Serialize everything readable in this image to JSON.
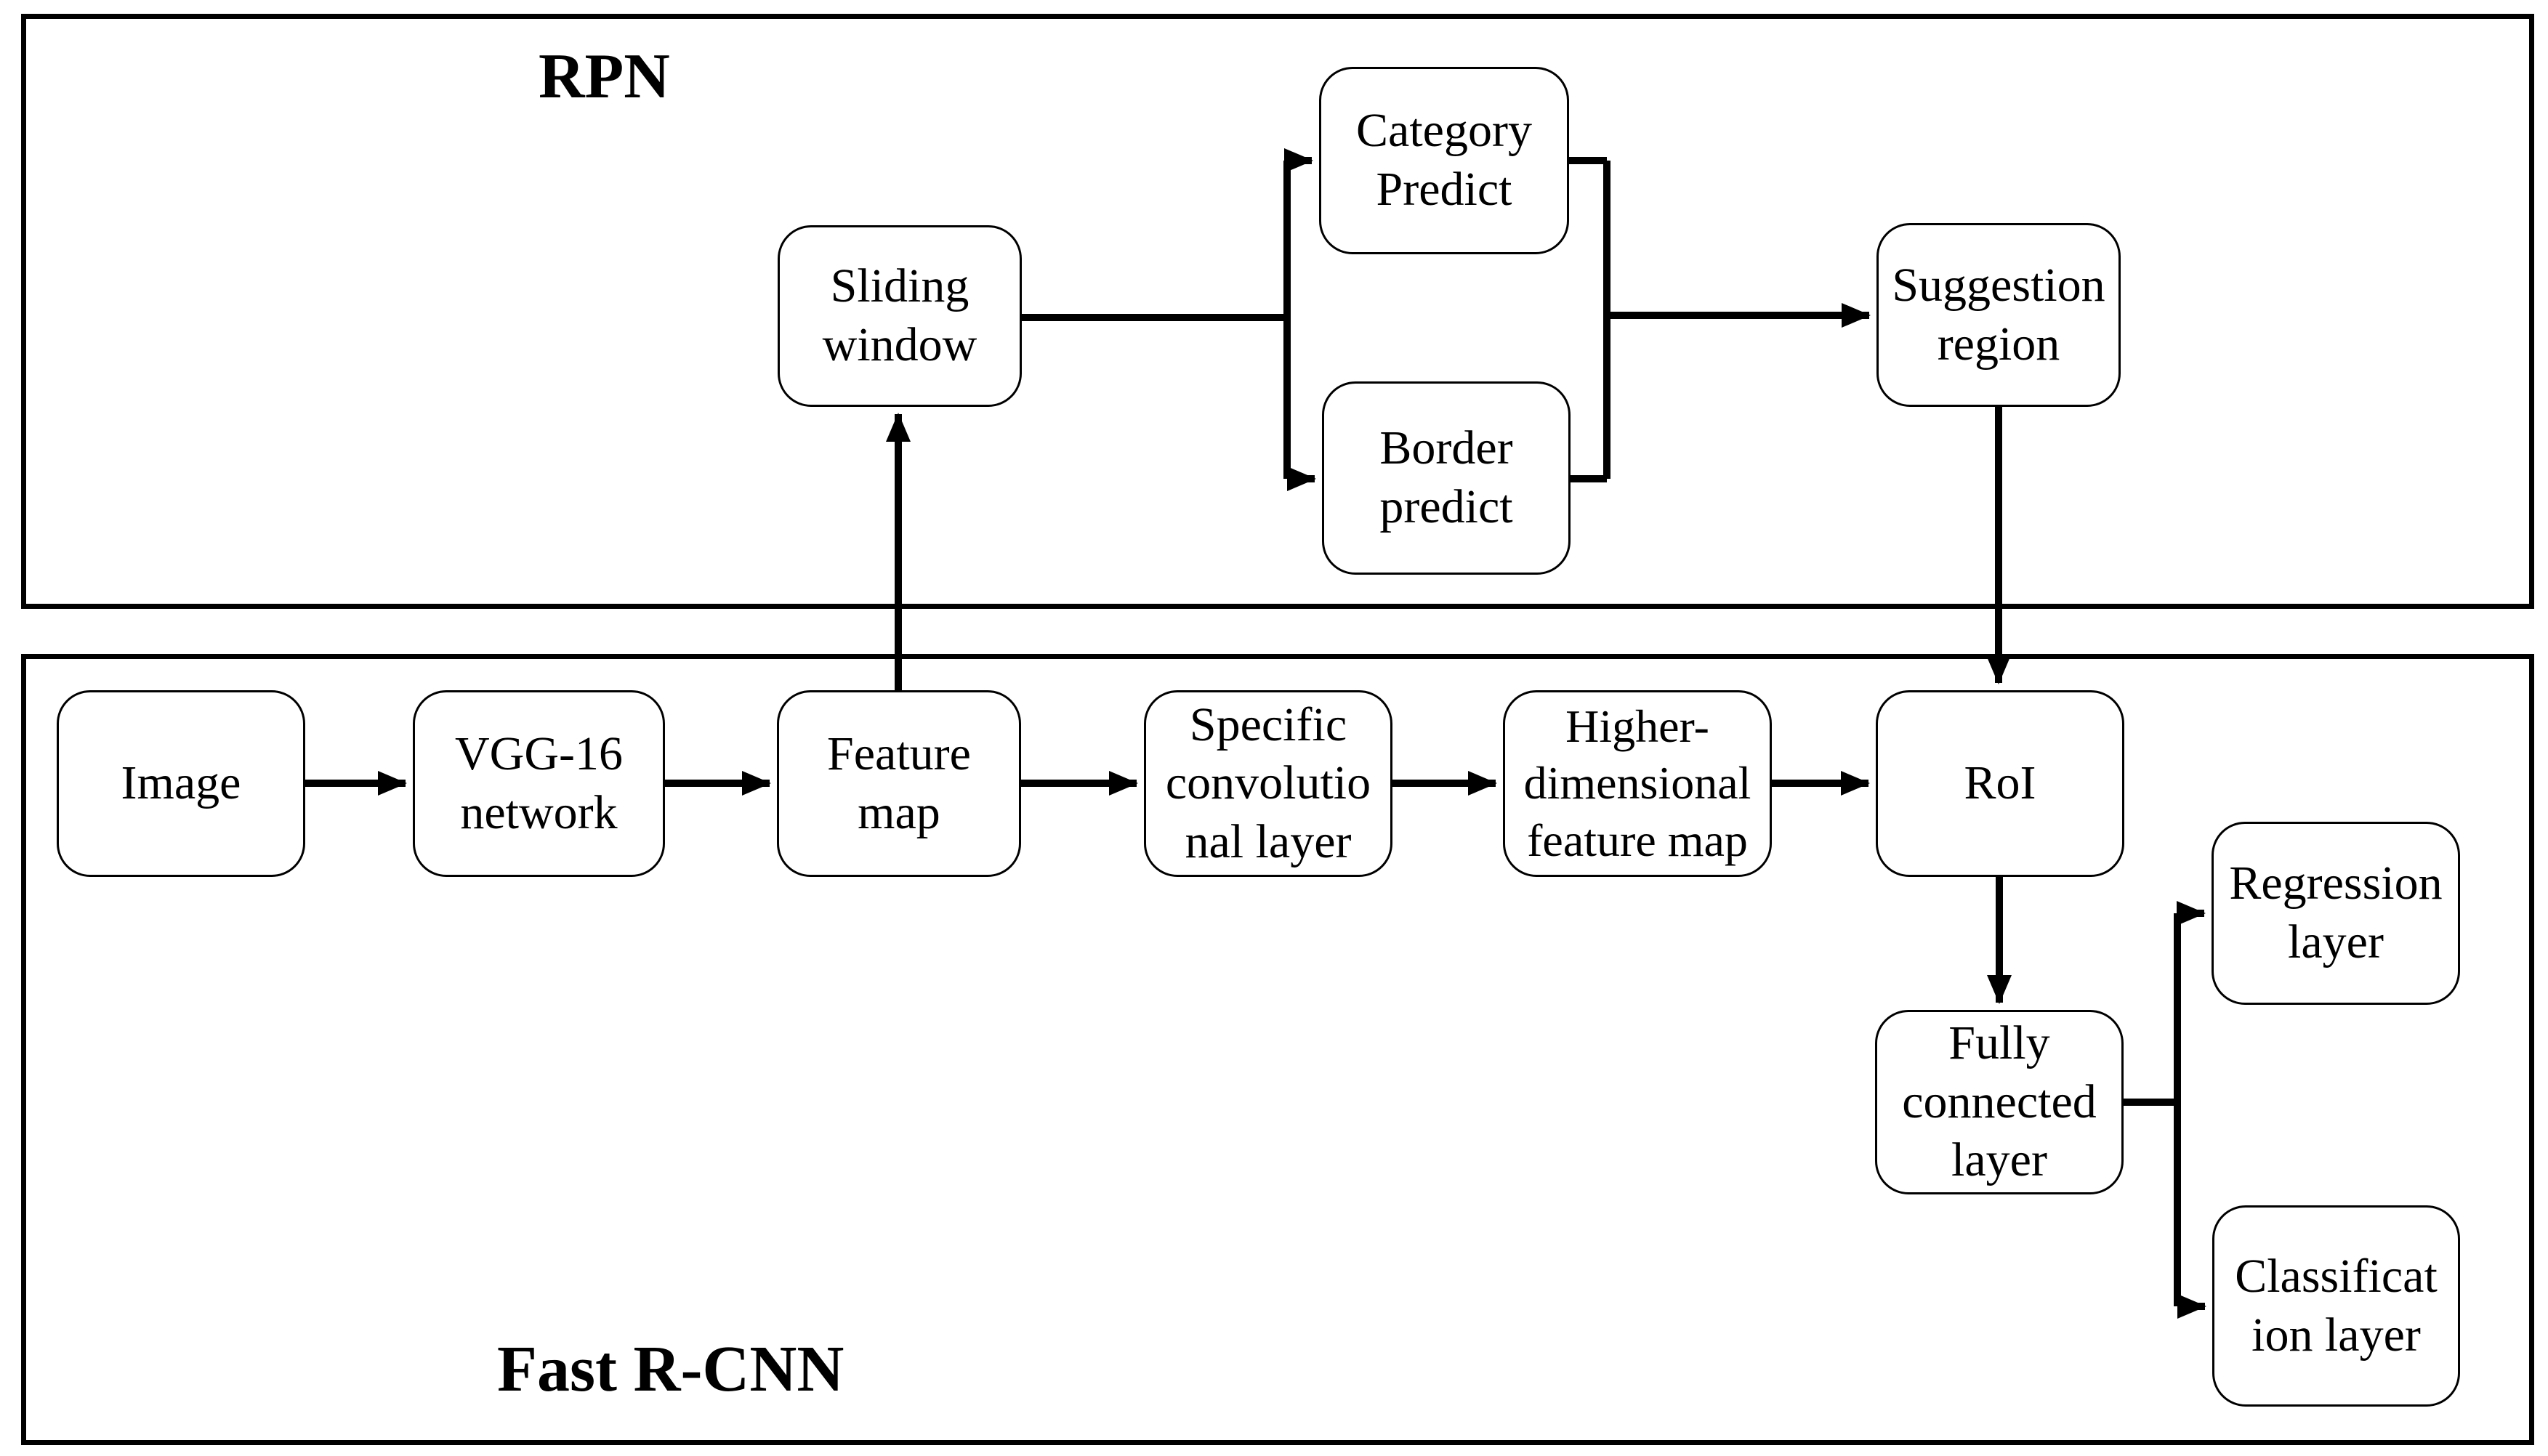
{
  "diagram": {
    "title_hint": "Faster R-CNN architecture diagram",
    "colors": {
      "line": "#000000",
      "text": "#000000",
      "background": "#ffffff",
      "node_fill": "#ffffff"
    },
    "sections": {
      "rpn": {
        "label": "RPN"
      },
      "fast_rcnn": {
        "label": "Fast R-CNN"
      }
    },
    "nodes": {
      "sliding_window": {
        "label": "Sliding\nwindow"
      },
      "category_predict": {
        "label": "Category\nPredict"
      },
      "border_predict": {
        "label": "Border\npredict"
      },
      "suggestion_region": {
        "label": "Suggestion\nregion"
      },
      "image": {
        "label": "Image"
      },
      "vgg16_network": {
        "label": "VGG-16\nnetwork"
      },
      "feature_map": {
        "label": "Feature\nmap"
      },
      "specific_conv_layer": {
        "label": "Specific\nconvolutio\nnal layer"
      },
      "higher_dim_feature_map": {
        "label": "Higher-\ndimensional\nfeature map"
      },
      "roi": {
        "label": "RoI"
      },
      "fully_connected_layer": {
        "label": "Fully\nconnected\nlayer"
      },
      "regression_layer": {
        "label": "Regression\nlayer"
      },
      "classification_layer": {
        "label": "Classificat\nion layer"
      }
    },
    "edges": [
      {
        "from": "image",
        "to": "vgg16_network",
        "arrow": true
      },
      {
        "from": "vgg16_network",
        "to": "feature_map",
        "arrow": true
      },
      {
        "from": "feature_map",
        "to": "specific_conv_layer",
        "arrow": true
      },
      {
        "from": "specific_conv_layer",
        "to": "higher_dim_feature_map",
        "arrow": true
      },
      {
        "from": "higher_dim_feature_map",
        "to": "roi",
        "arrow": true
      },
      {
        "from": "feature_map",
        "to": "sliding_window",
        "arrow": true
      },
      {
        "from": "sliding_window",
        "to": "category_predict",
        "arrow": true
      },
      {
        "from": "sliding_window",
        "to": "border_predict",
        "arrow": true
      },
      {
        "from": "category_predict",
        "to": "suggestion_region",
        "arrow": true
      },
      {
        "from": "border_predict",
        "to": "suggestion_region",
        "arrow": true
      },
      {
        "from": "suggestion_region",
        "to": "roi",
        "arrow": true
      },
      {
        "from": "roi",
        "to": "fully_connected_layer",
        "arrow": true
      },
      {
        "from": "fully_connected_layer",
        "to": "regression_layer",
        "arrow": true
      },
      {
        "from": "fully_connected_layer",
        "to": "classification_layer",
        "arrow": true
      }
    ]
  }
}
